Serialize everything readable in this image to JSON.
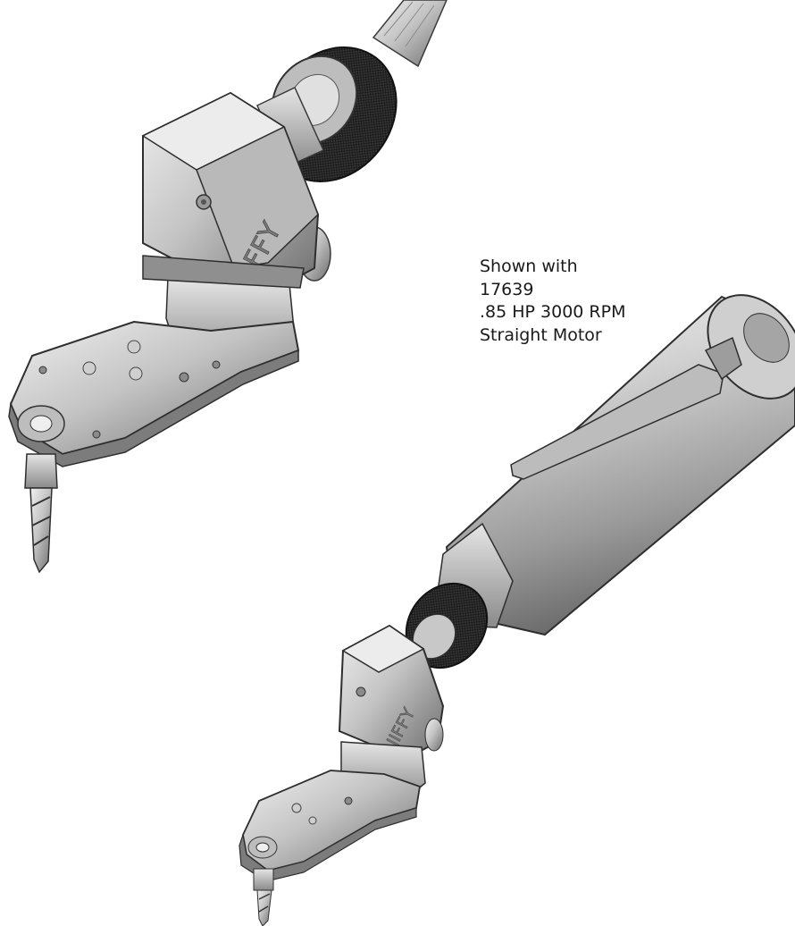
{
  "caption": {
    "lines": [
      "Shown with",
      "17639",
      ".85 HP 3000 RPM",
      "Straight Motor"
    ]
  },
  "attachment_logo": "JIFFY",
  "colors": {
    "body_light": "#dcdcdc",
    "body_mid": "#a9a9a9",
    "body_dark": "#5e5e5e",
    "knurl": "#2b2b2b",
    "outline": "#3a3a3a"
  }
}
